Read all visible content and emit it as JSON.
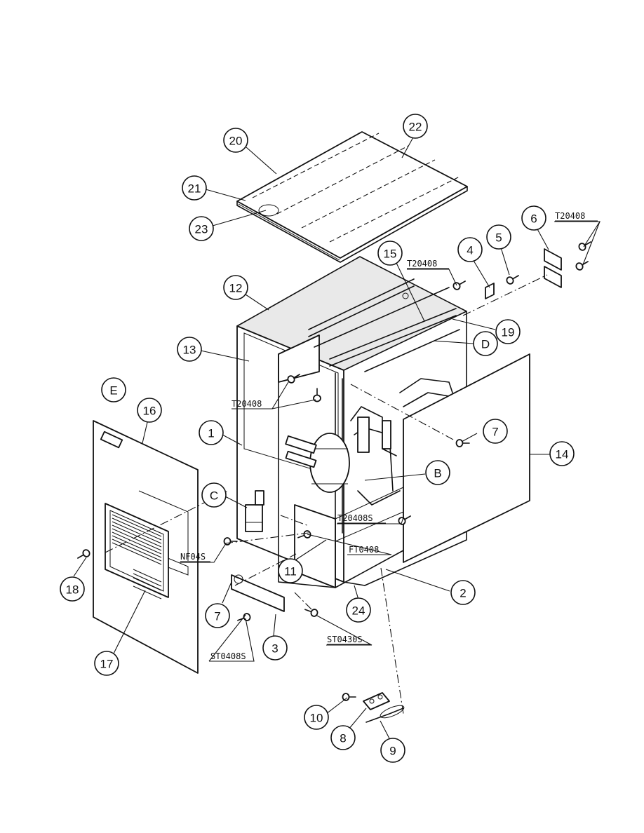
{
  "diagram": {
    "callouts": [
      "20",
      "22",
      "21",
      "23",
      "6",
      "5",
      "4",
      "15",
      "12",
      "19",
      "D",
      "13",
      "E",
      "16",
      "1",
      "7",
      "14",
      "B",
      "C",
      "11",
      "2",
      "24",
      "18",
      "17",
      "3",
      "10",
      "8",
      "9"
    ],
    "callout_7b": "7",
    "part_codes": {
      "t20408_top": "T20408",
      "t20408_mid": "T20408",
      "t20408_left": "T20408",
      "t20408s": "T20408S",
      "ft0408": "FT0408",
      "nf04s": "NF04S",
      "st0430s": "ST0430S",
      "st0408s": "ST0408S"
    }
  }
}
